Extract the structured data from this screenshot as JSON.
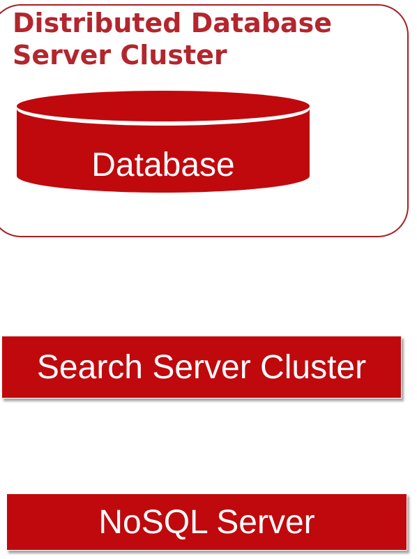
{
  "cluster": {
    "title_line1": "Distributed Database",
    "title_line2": "Server Cluster",
    "database_label": "Database"
  },
  "search_cluster": {
    "label": "Search Server Cluster"
  },
  "nosql_server": {
    "label": "NoSQL Server"
  },
  "colors": {
    "accent_red": "#c0090d",
    "title_red": "#b3262d",
    "border_red": "#a81c22",
    "background": "#ffffff"
  }
}
